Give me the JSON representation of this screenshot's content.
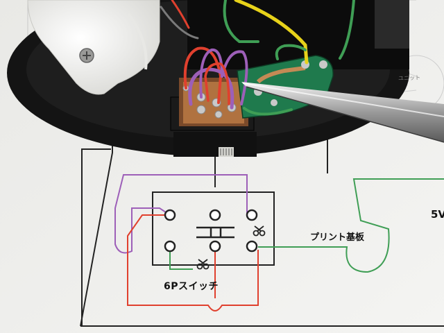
{
  "labels": {
    "switch_6p": "6Pスイッチ",
    "print_board": "プリント基板",
    "voltage": "5V",
    "unit": "ユニット"
  },
  "colors": {
    "wire_purple": "#9d5fb8",
    "wire_red": "#e0402e",
    "wire_green": "#3f9e55",
    "wire_yellow": "#e7d21a",
    "board_green": "#1f7a4d",
    "housing": "#141414"
  },
  "icons": [
    "scissors-icon",
    "scissors-icon"
  ]
}
